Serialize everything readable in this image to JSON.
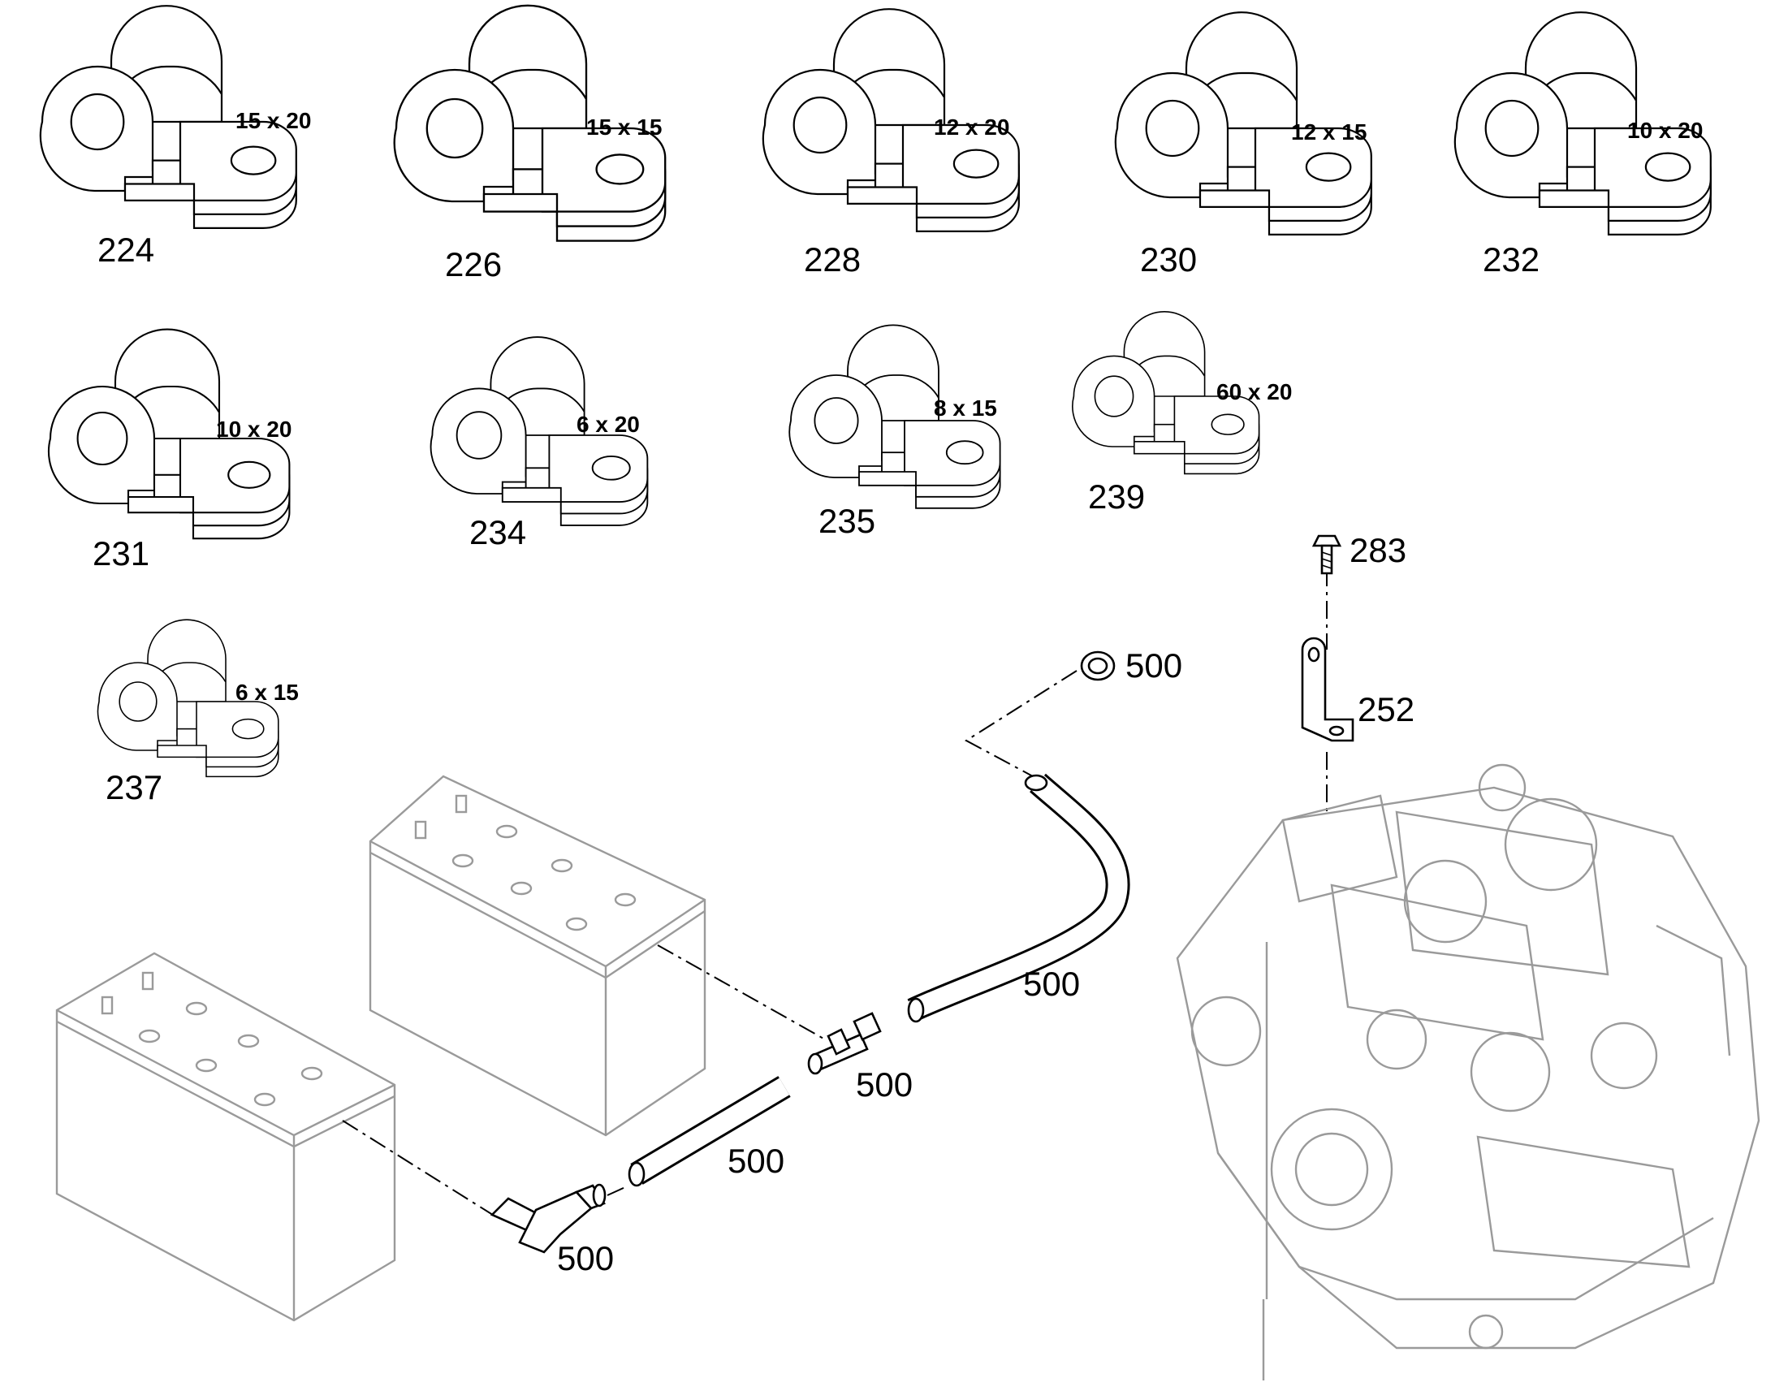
{
  "clamps": [
    {
      "id": "clamp-224",
      "part": "224",
      "size": "15 x 20"
    },
    {
      "id": "clamp-226",
      "part": "226",
      "size": "15 x 15"
    },
    {
      "id": "clamp-228",
      "part": "228",
      "size": "12 x 20"
    },
    {
      "id": "clamp-230",
      "part": "230",
      "size": "12 x 15"
    },
    {
      "id": "clamp-232",
      "part": "232",
      "size": "10 x 20"
    },
    {
      "id": "clamp-231",
      "part": "231",
      "size": "10 x 20"
    },
    {
      "id": "clamp-234",
      "part": "234",
      "size": "6 x 20"
    },
    {
      "id": "clamp-235",
      "part": "235",
      "size": "8 x 15"
    },
    {
      "id": "clamp-239",
      "part": "239",
      "size": "60 x 20"
    },
    {
      "id": "clamp-237",
      "part": "237",
      "size": "6 x 15"
    }
  ],
  "callouts": {
    "bolt": "283",
    "bracket": "252",
    "cap": "500",
    "hose_bent": "500",
    "tee_fitting": "500",
    "hose_straight": "500",
    "elbow_fitting": "500"
  }
}
